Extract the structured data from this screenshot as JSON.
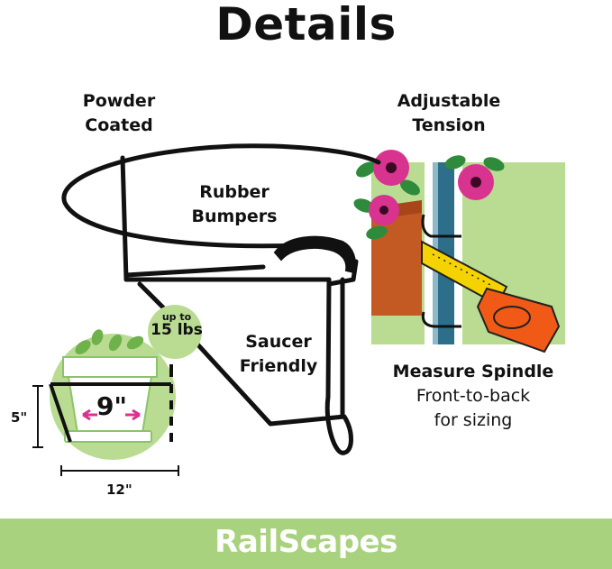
{
  "title": "Details",
  "features": {
    "powder_coated": [
      "Powder",
      "Coated"
    ],
    "adjustable_tension": [
      "Adjustable",
      "Tension"
    ],
    "rubber_bumpers": [
      "Rubber",
      "Bumpers"
    ],
    "saucer_friendly": [
      "Saucer",
      "Friendly"
    ],
    "measure_spindle": {
      "heading": "Measure Spindle",
      "lines": [
        "Front-to-back",
        "for sizing"
      ]
    }
  },
  "pot_diagram": {
    "weight_top": "up to",
    "weight_value": "15 lbs",
    "inner_width": "9\"",
    "height": "5\"",
    "outer_width": "12\""
  },
  "brand": "RailScapes",
  "colors": {
    "green_light": "#b9dc92",
    "green_footer": "#a9d27f",
    "terracotta": "#c45a23",
    "tape_yellow": "#f5d300",
    "tape_orange": "#f05a16",
    "flower_pink": "#d8338f",
    "rail_blue": "#2d6e8a"
  }
}
